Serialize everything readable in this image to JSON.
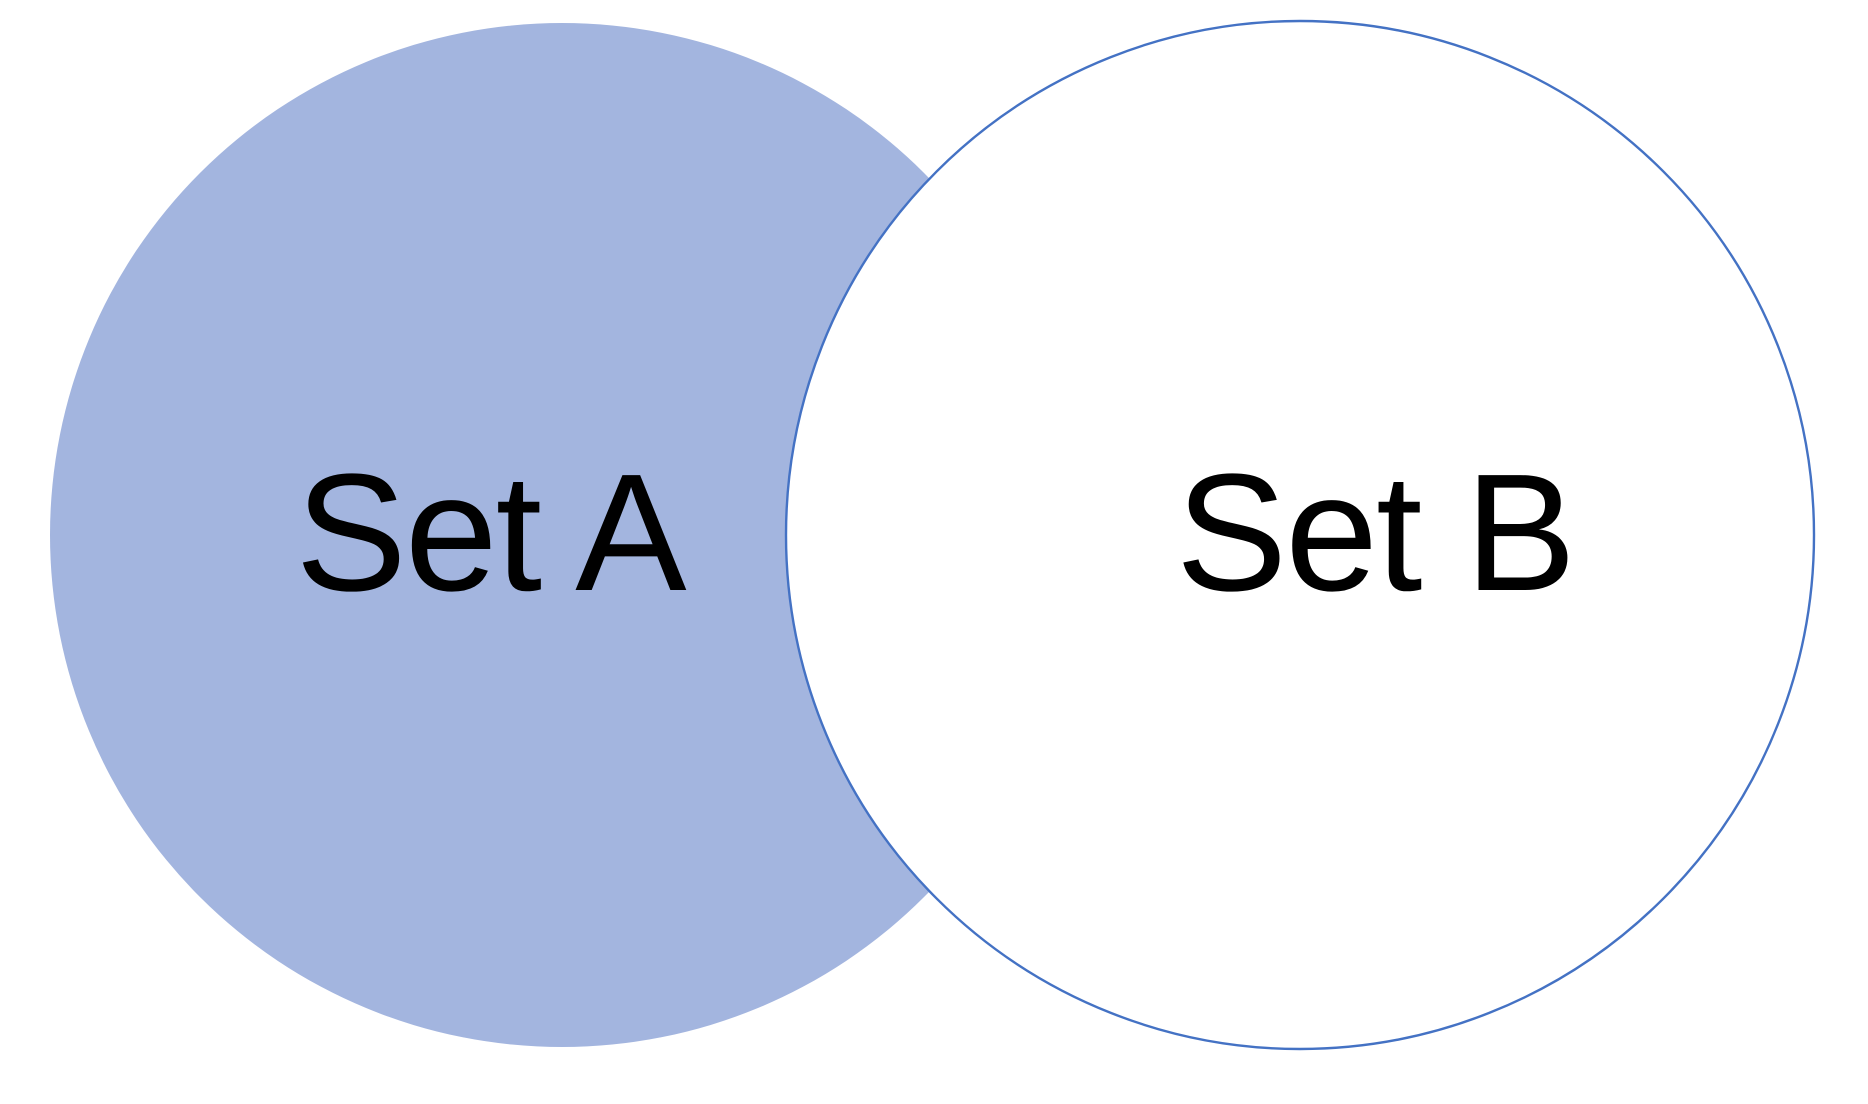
{
  "diagram": {
    "type": "venn-two-circles",
    "background_color": "#FFFFFF",
    "label_color": "#000000",
    "sets": {
      "a": {
        "label": "Set A",
        "fill": "#A3B5DF",
        "outline": "none"
      },
      "b": {
        "label": "Set B",
        "fill": "#FFFFFF",
        "outline": "#4472C4"
      }
    }
  }
}
